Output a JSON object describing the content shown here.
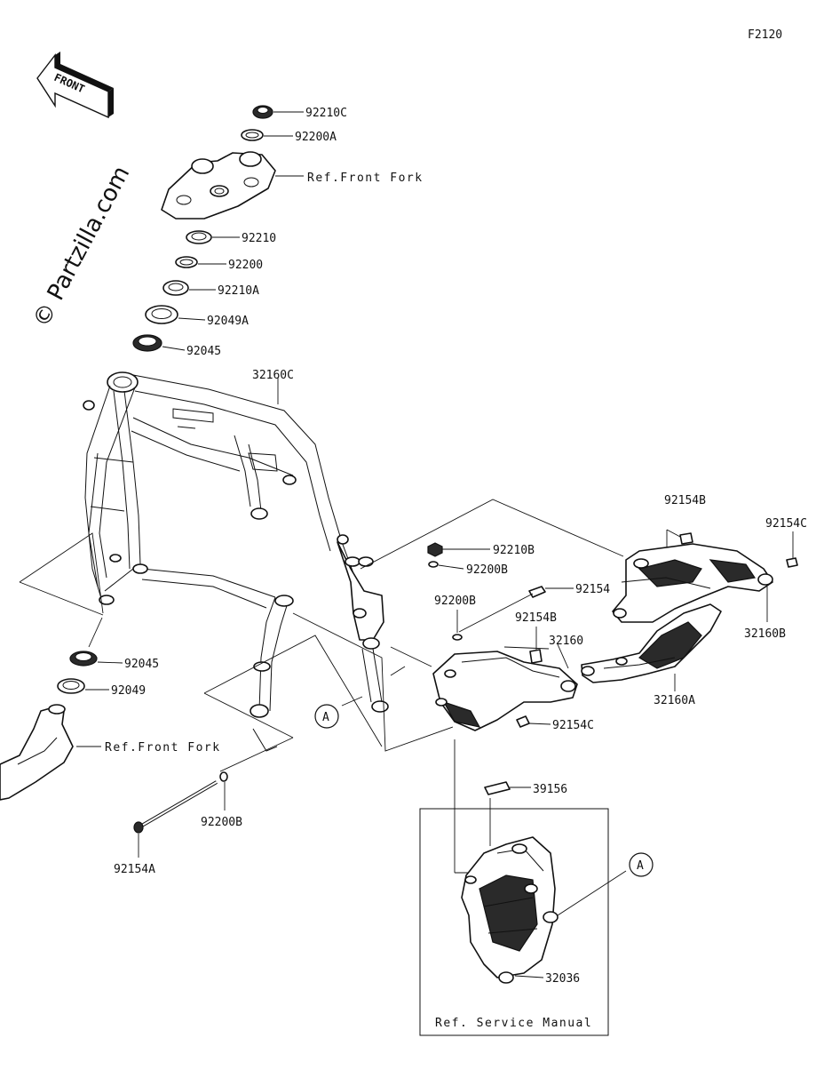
{
  "diagram_code": "F2120",
  "watermark": "© Partzilla.com",
  "front_arrow_label": "FRONT",
  "callouts": {
    "c92210C": "92210C",
    "c92200A": "92200A",
    "ref_front_fork_top": "Ref.Front Fork",
    "c92210": "92210",
    "c92200": "92200",
    "c92210A": "92210A",
    "c92049A": "92049A",
    "c92045_top": "92045",
    "c32160C": "32160C",
    "c92154B_right": "92154B",
    "c92154C_right": "92154C",
    "c92210B": "92210B",
    "c92200B_a": "92200B",
    "c92200B_b": "92200B",
    "c92154": "92154",
    "c92154B_mid": "92154B",
    "c32160": "32160",
    "c32160B": "32160B",
    "c32160A": "32160A",
    "c92154C_mid": "92154C",
    "c92045_low": "92045",
    "c92049": "92049",
    "ref_front_fork_low": "Ref.Front Fork",
    "c92200B_c": "92200B",
    "c92154A": "92154A",
    "c39156": "39156",
    "c32036": "32036",
    "ref_service_manual": "Ref. Service Manual",
    "marker_a_left": "A",
    "marker_a_right": "A"
  }
}
